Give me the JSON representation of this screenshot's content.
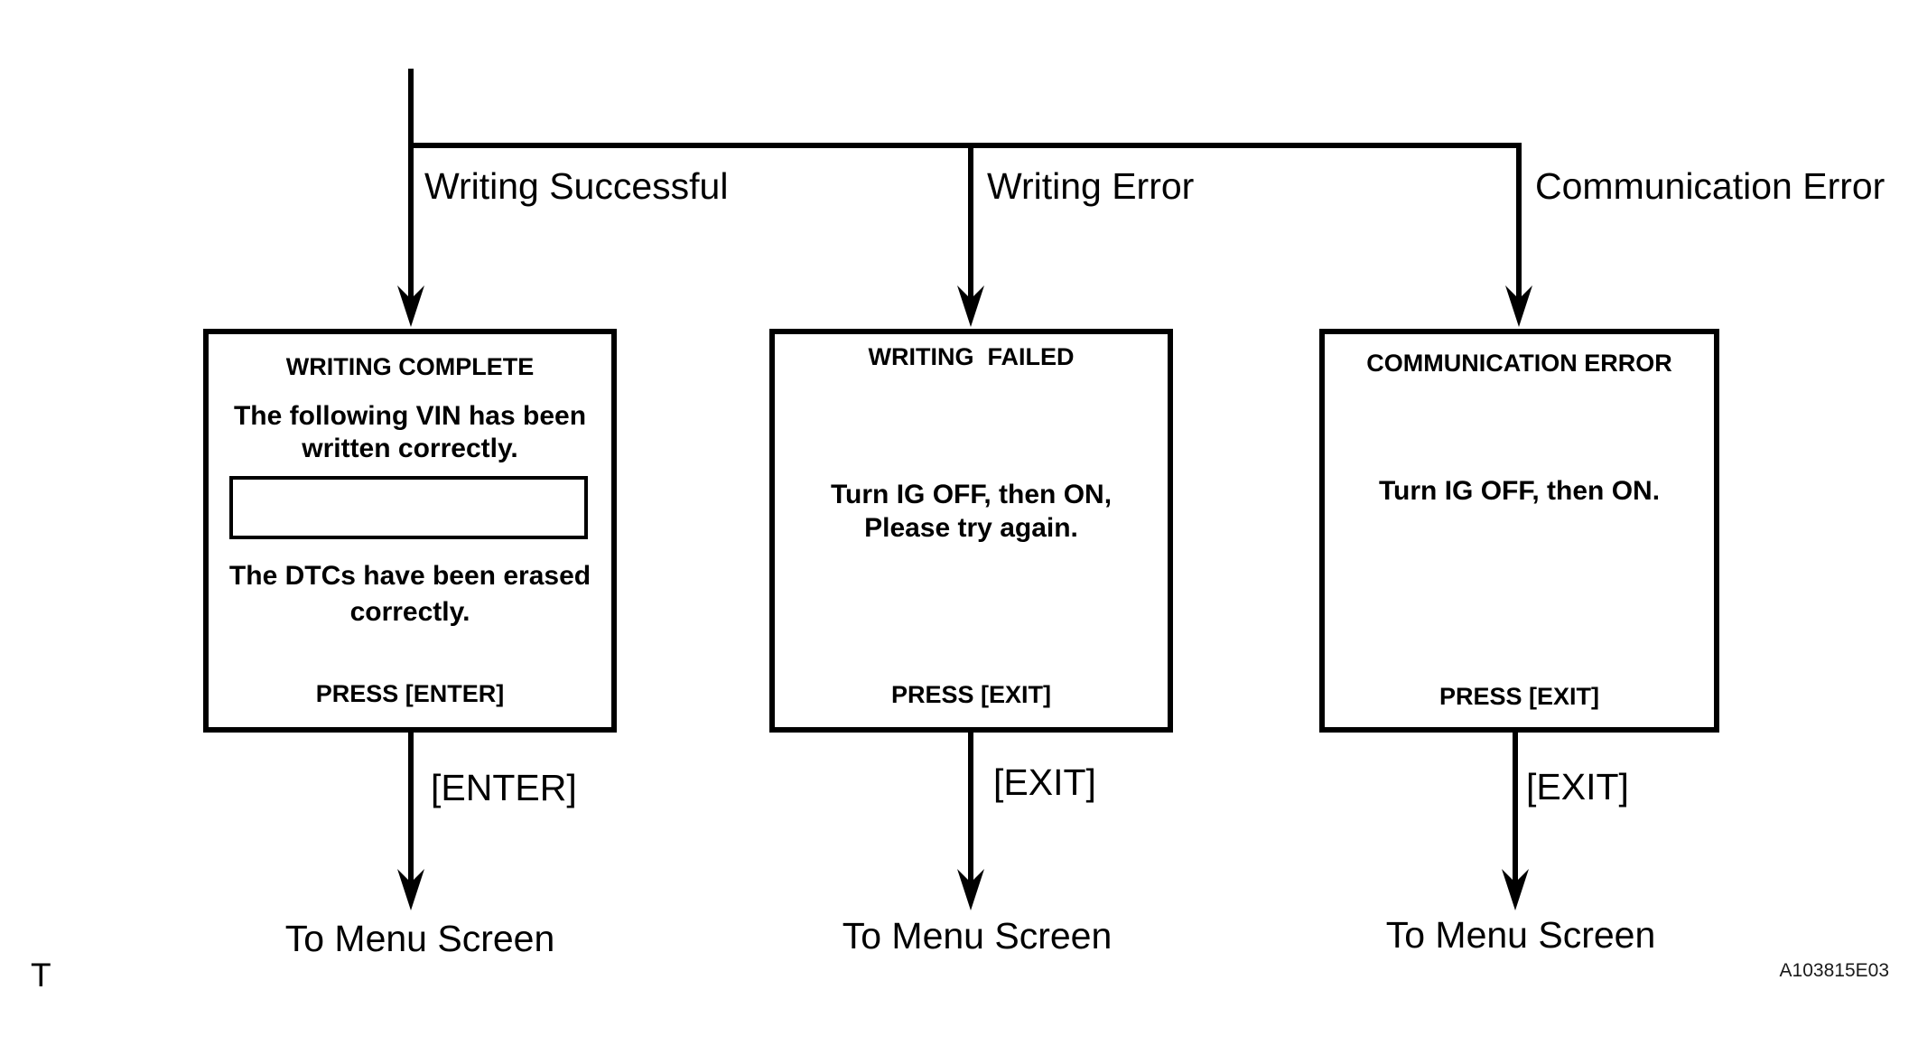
{
  "colors": {
    "ink": "#000000",
    "background": "#ffffff"
  },
  "branches": [
    {
      "condition": "Writing Successful",
      "key": "[ENTER]",
      "destination": "To Menu Screen",
      "box": {
        "title": "WRITING COMPLETE",
        "line1": "The following VIN has been",
        "line2": "written correctly.",
        "vin_value": "",
        "line3": "The DTCs have been erased",
        "line4": "correctly.",
        "press": "PRESS [ENTER]"
      }
    },
    {
      "condition": "Writing Error",
      "key": "[EXIT]",
      "destination": "To Menu Screen",
      "box": {
        "title": "WRITING  FAILED",
        "line1": "Turn IG OFF, then ON,",
        "line2": "Please try again.",
        "press": "PRESS [EXIT]"
      }
    },
    {
      "condition": "Communication Error",
      "key": "[EXIT]",
      "destination": "To Menu Screen",
      "box": {
        "title": "COMMUNICATION ERROR",
        "line1": "Turn IG OFF, then ON.",
        "press": "PRESS [EXIT]"
      }
    }
  ],
  "footer": {
    "left_label": "T",
    "figure_code": "A103815E03"
  }
}
